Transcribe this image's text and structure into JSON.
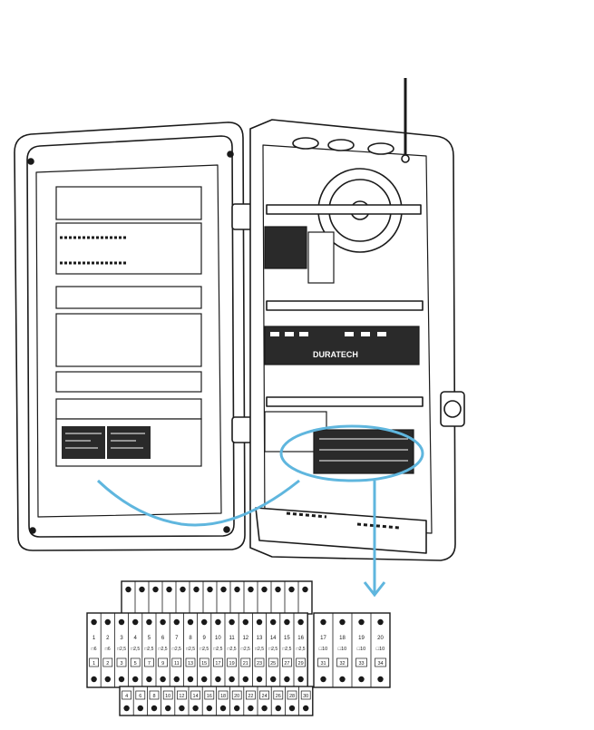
{
  "cabinet": {
    "brand_label": "DURATECH"
  },
  "colors": {
    "line": "#1a1a1a",
    "callout": "#5fb6de",
    "panel_fill": "#ffffff",
    "module_fill": "#2a2a2a"
  },
  "terminal_strip": {
    "top_row_count": 14,
    "main_columns": [
      {
        "num": "1",
        "size": "□6",
        "bottom": "1"
      },
      {
        "num": "2",
        "size": "□6",
        "bottom": "2"
      },
      {
        "num": "3",
        "size": "□2,5",
        "bottom": "3"
      },
      {
        "num": "4",
        "size": "□2,5",
        "bottom": "5"
      },
      {
        "num": "5",
        "size": "□2,5",
        "bottom": "7"
      },
      {
        "num": "6",
        "size": "□2,5",
        "bottom": "9"
      },
      {
        "num": "7",
        "size": "□2,5",
        "bottom": "11"
      },
      {
        "num": "8",
        "size": "□2,5",
        "bottom": "13"
      },
      {
        "num": "9",
        "size": "□2,5",
        "bottom": "15"
      },
      {
        "num": "10",
        "size": "□2,5",
        "bottom": "17"
      },
      {
        "num": "11",
        "size": "□2,5",
        "bottom": "19"
      },
      {
        "num": "12",
        "size": "□2,5",
        "bottom": "21"
      },
      {
        "num": "13",
        "size": "□2,5",
        "bottom": "23"
      },
      {
        "num": "14",
        "size": "□2,5",
        "bottom": "25"
      },
      {
        "num": "15",
        "size": "□2,5",
        "bottom": "27"
      },
      {
        "num": "16",
        "size": "□2,5",
        "bottom": "29"
      }
    ],
    "right_columns": [
      {
        "num": "17",
        "size": "□10",
        "bottom": "31"
      },
      {
        "num": "18",
        "size": "□10",
        "bottom": "32"
      },
      {
        "num": "19",
        "size": "□10",
        "bottom": "33"
      },
      {
        "num": "20",
        "size": "□10",
        "bottom": "34"
      }
    ],
    "bottom_row": [
      "4",
      "6",
      "8",
      "10",
      "12",
      "14",
      "16",
      "18",
      "20",
      "22",
      "24",
      "26",
      "28",
      "30"
    ]
  }
}
